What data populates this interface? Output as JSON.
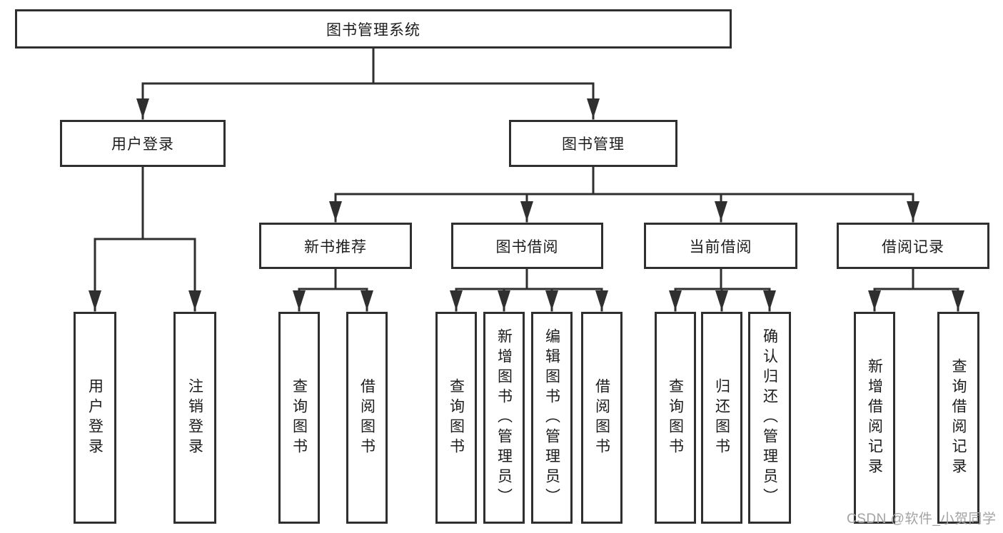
{
  "diagram": {
    "root": "图书管理系统",
    "level1": {
      "user_login": "用户登录",
      "book_mgmt": "图书管理"
    },
    "level2": [
      "新书推荐",
      "图书借阅",
      "当前借阅",
      "借阅记录"
    ],
    "leaves": {
      "user_login": [
        "用户登录",
        "注销登录"
      ],
      "new_books": [
        "查询图书",
        "借阅图书"
      ],
      "book_borrow": [
        "查询图书",
        "新增图书（管理员）",
        "编辑图书（管理员）",
        "借阅图书"
      ],
      "current_borrow": [
        "查询图书",
        "归还图书",
        "确认归还（管理员）"
      ],
      "records": [
        "新增借阅记录",
        "查询借阅记录"
      ]
    }
  },
  "watermark": "CSDN @软件_小贺同学",
  "colors": {
    "line": "#2f2f2f",
    "text": "#1c1c1c",
    "watermark": "#a3a3a3",
    "background": "#ffffff"
  }
}
